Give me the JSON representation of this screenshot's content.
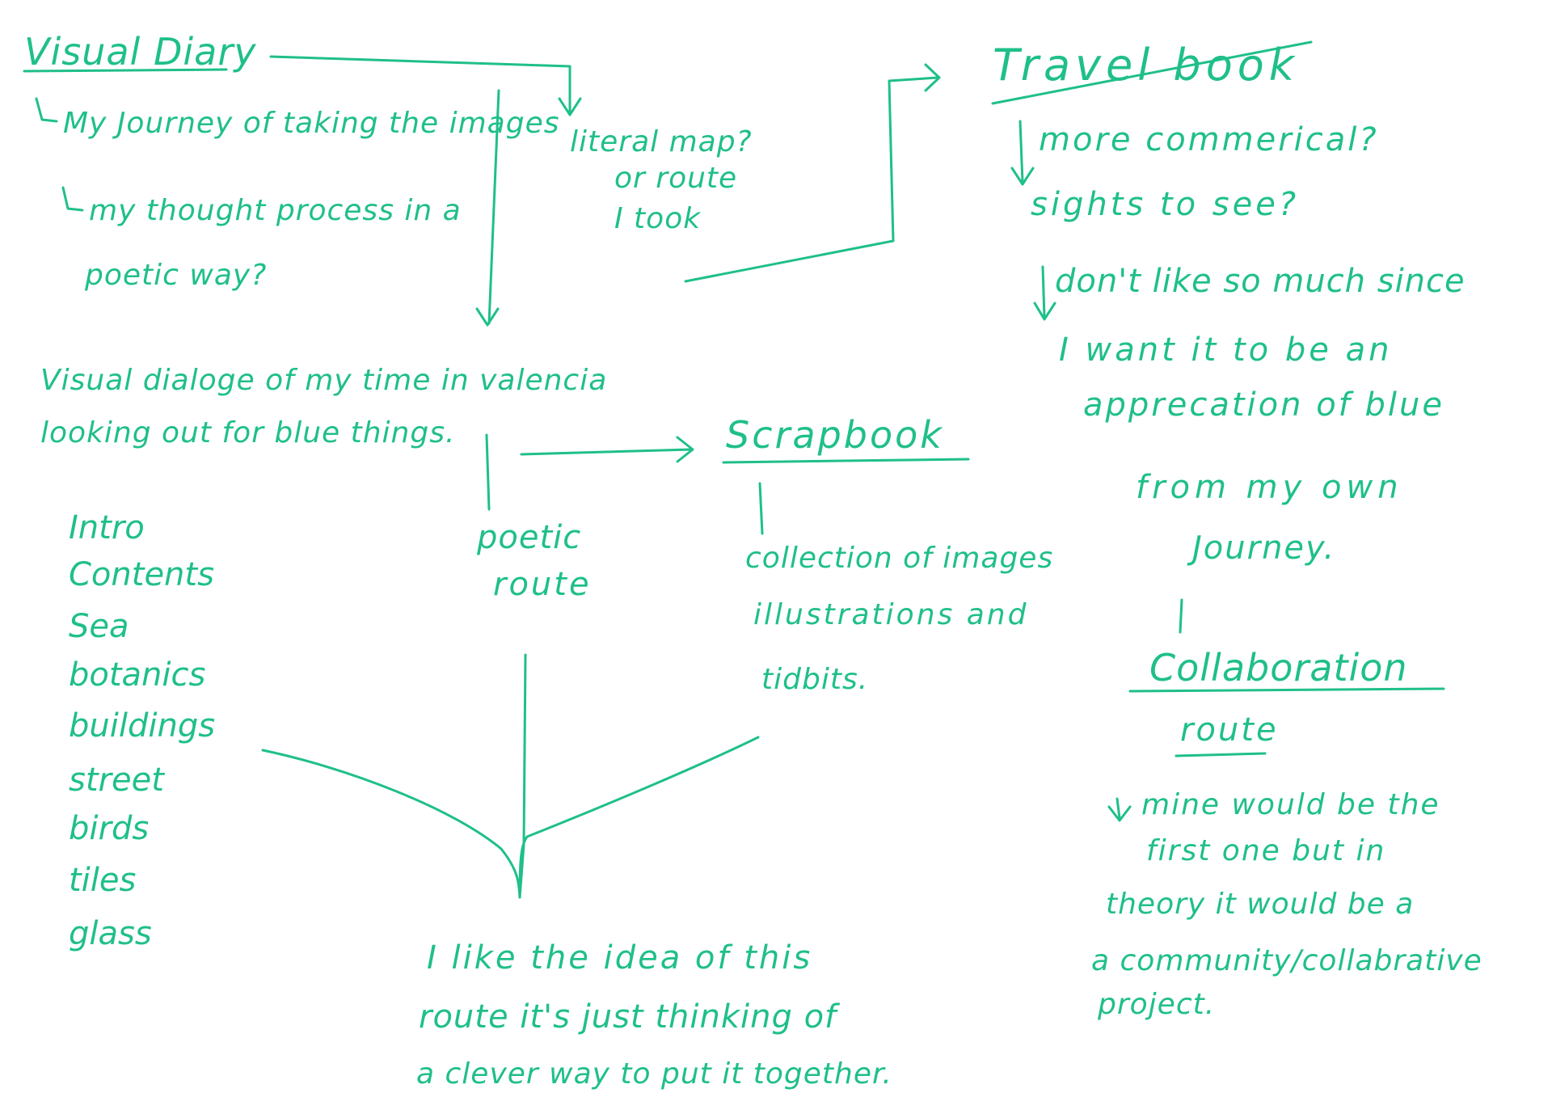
{
  "visual_diary": {
    "title": "Visual Diary",
    "journey": "My Journey of taking the images",
    "thought_1": "my thought process in a",
    "thought_2": "poetic way?"
  },
  "literal_map": {
    "line1": "literal map?",
    "line2": "or route",
    "line3": "I took"
  },
  "travel_book": {
    "title": "Travel book",
    "l1": "more commerical?",
    "l2": "sights to see?",
    "l3": "don't like so much since",
    "l4": "I want it to be an",
    "l5": "apprecation of blue",
    "l6": "from my own",
    "l7": "Journey."
  },
  "dialogue": {
    "line1": "Visual dialoge of my time in valencia",
    "line2": "looking out for blue things."
  },
  "contents_list": [
    "Intro",
    "Contents",
    "Sea",
    "botanics",
    "buildings",
    "street",
    "birds",
    "tiles",
    "glass"
  ],
  "poetic_route": {
    "line1": "poetic",
    "line2": "route"
  },
  "scrapbook": {
    "title": "Scrapbook",
    "l1": "collection of images",
    "l2": "illustrations and",
    "l3": "tidbits."
  },
  "collaboration": {
    "title": "Collaboration",
    "subtitle": "route",
    "l1": "mine would be the",
    "l2": "first one but in",
    "l3": "theory it would be a",
    "l4": "a community/collabrative",
    "l5": "project."
  },
  "conclusion": {
    "l1": "I like the idea of this",
    "l2": "route it's just thinking of",
    "l3": "a clever way to put it together."
  },
  "colors": {
    "ink": "#1fbf8a",
    "background": "#ffffff"
  }
}
